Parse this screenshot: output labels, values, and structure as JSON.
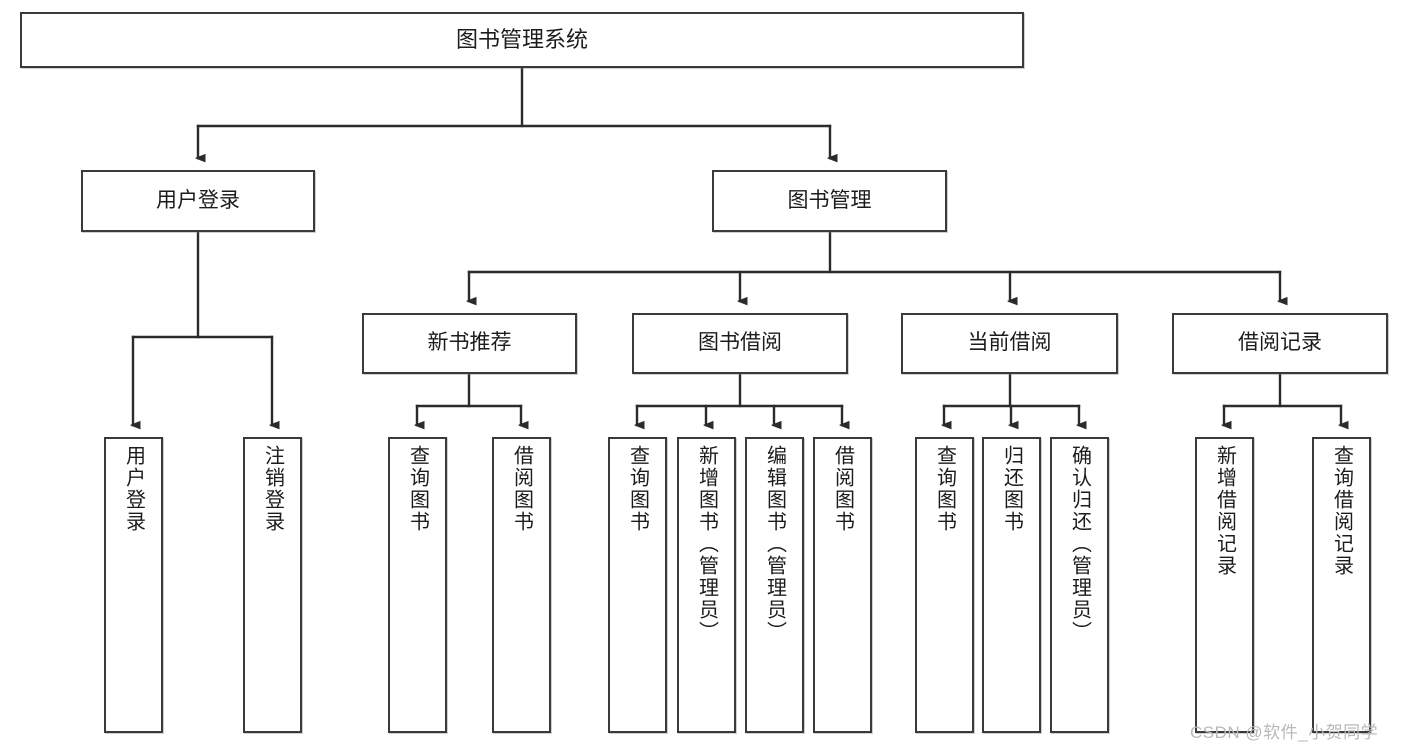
{
  "diagram": {
    "type": "tree-hierarchy",
    "orientation": "top-down",
    "root": {
      "label": "图书管理系统"
    },
    "level1": [
      {
        "label": "用户登录"
      },
      {
        "label": "图书管理"
      }
    ],
    "level2": [
      {
        "label": "新书推荐",
        "parent": "图书管理"
      },
      {
        "label": "图书借阅",
        "parent": "图书管理"
      },
      {
        "label": "当前借阅",
        "parent": "图书管理"
      },
      {
        "label": "借阅记录",
        "parent": "图书管理"
      }
    ],
    "leaves": [
      {
        "label": "用户登录",
        "parent": "用户登录"
      },
      {
        "label": "注销登录",
        "parent": "用户登录"
      },
      {
        "label": "查询图书",
        "parent": "新书推荐"
      },
      {
        "label": "借阅图书",
        "parent": "新书推荐"
      },
      {
        "label": "查询图书",
        "parent": "图书借阅"
      },
      {
        "label": "新增图书（管理员）",
        "parent": "图书借阅"
      },
      {
        "label": "编辑图书（管理员）",
        "parent": "图书借阅"
      },
      {
        "label": "借阅图书",
        "parent": "图书借阅"
      },
      {
        "label": "查询图书",
        "parent": "当前借阅"
      },
      {
        "label": "归还图书",
        "parent": "当前借阅"
      },
      {
        "label": "确认归还（管理员）",
        "parent": "当前借阅"
      },
      {
        "label": "新增借阅记录",
        "parent": "借阅记录"
      },
      {
        "label": "查询借阅记录",
        "parent": "借阅记录"
      }
    ]
  },
  "watermark": {
    "text": "CSDN @软件_小贺同学"
  },
  "colors": {
    "box_border": "#3a3a3a",
    "box_fill": "#ffffff",
    "connector": "#2b2b2b",
    "text": "#1c1c1c",
    "watermark": "#b9b9b9"
  }
}
